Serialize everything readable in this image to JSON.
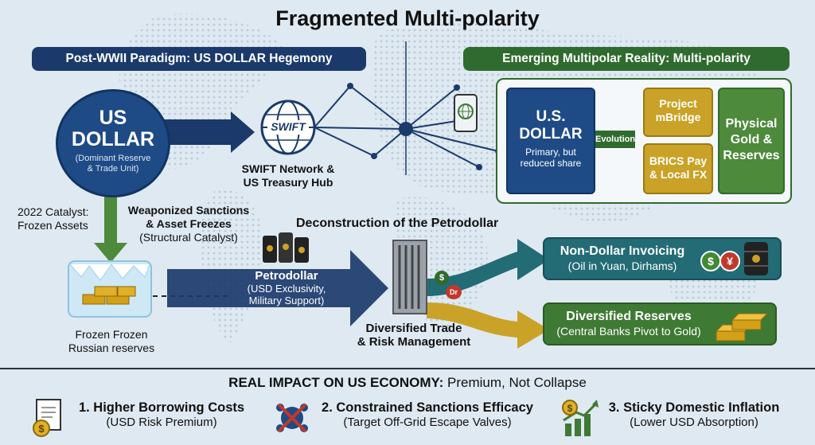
{
  "title": "Fragmented Multi-polarity",
  "left_header": "Post-WWII Paradigm: US DOLLAR Hegemony",
  "right_header": "Emerging Multipolar Reality: Multi-polarity",
  "us_dollar_circle": {
    "line1": "US",
    "line2": "DOLLAR",
    "sub1": "(Dominant Reserve",
    "sub2": "& Trade Unit)"
  },
  "swift": {
    "logo_text": "SWIFT",
    "label1": "SWIFT Network &",
    "label2": "US Treasury Hub"
  },
  "catalyst": {
    "line1": "2022 Catalyst:",
    "line2": "Frozen Assets"
  },
  "sanctions": {
    "line1": "Weaponized Sanctions",
    "line2": "& Asset Freezes",
    "line3": "(Structural Catalyst)"
  },
  "frozen": {
    "line1": "Frozen Frozen",
    "line2": "Russian reserves"
  },
  "deconstruction_title": "Deconstruction of the Petrodollar",
  "petrodollar": {
    "title": "Petrodollar",
    "sub1": "(USD Exclusivity,",
    "sub2": "Military Support)"
  },
  "gate_icons": {
    "dollar": "$",
    "other": "Dr"
  },
  "diversified_trade": {
    "line1": "Diversified Trade",
    "line2": "& Risk Management"
  },
  "multipolar_panel": {
    "us_dollar_line1": "U.S.",
    "us_dollar_line2": "DOLLAR",
    "us_dollar_sub1": "Primary, but",
    "us_dollar_sub2": "reduced share",
    "evolution": "Evolution",
    "project_line1": "Project",
    "project_line2": "mBridge",
    "brics_line1": "BRICS Pay",
    "brics_line2": "& Local FX",
    "gold_line1": "Physical",
    "gold_line2": "Gold &",
    "gold_line3": "Reserves"
  },
  "non_dollar": {
    "title": "Non-Dollar Invoicing",
    "sub": "(Oil in Yuan, Dirhams)",
    "coin1": "$",
    "coin2": "¥"
  },
  "diversified_reserves": {
    "title": "Diversified Reserves",
    "sub": "(Central Banks Pivot to Gold)"
  },
  "impact": {
    "heading_bold": "REAL IMPACT ON US ECONOMY:",
    "heading_rest": " Premium, Not Collapse",
    "items": [
      {
        "title": "1. Higher Borrowing Costs",
        "sub": "(USD Risk Premium)"
      },
      {
        "title": "2. Constrained Sanctions Efficacy",
        "sub": "(Target Off-Grid Escape Valves)"
      },
      {
        "title": "3. Sticky Domestic Inflation",
        "sub": "(Lower USD Absorption)"
      }
    ]
  },
  "colors": {
    "navy": "#1b3a6b",
    "blue": "#1e4b86",
    "green": "#2f6b2e",
    "gold": "#c9a227",
    "teal": "#236b75",
    "background": "#dfe9f1"
  },
  "icons": [
    "globe-network-icon",
    "oil-barrels-icon",
    "ice-gold-icon",
    "gate-icon",
    "tablet-globe-icon",
    "oil-coins-icon",
    "gold-bars-icon",
    "document-coin-icon",
    "crossed-network-icon",
    "coin-growth-icon"
  ]
}
